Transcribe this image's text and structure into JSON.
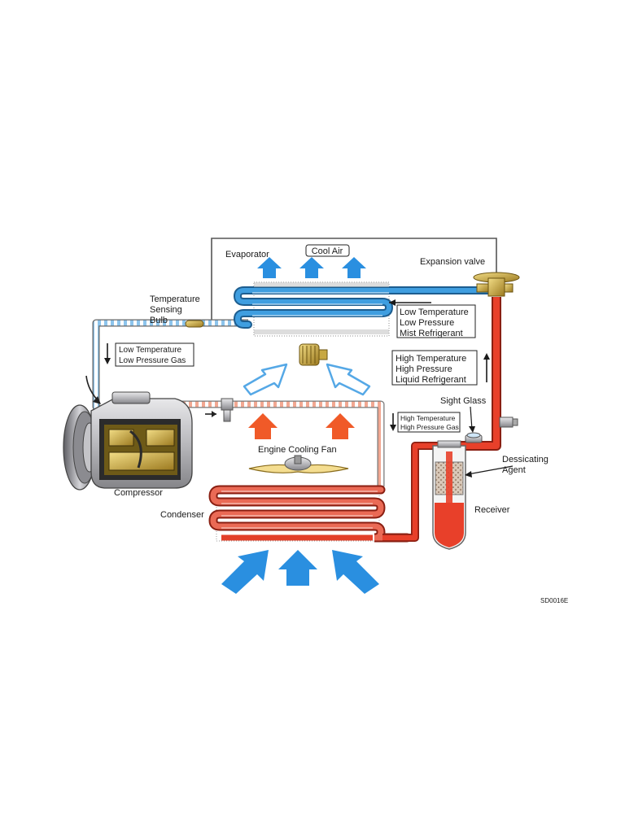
{
  "labels": {
    "evaporator": "Evaporator",
    "cool_air": "Cool Air",
    "expansion_valve": "Expansion valve",
    "temp_bulb": [
      "Temperature",
      "Sensing",
      "Bulb"
    ],
    "low_gas": [
      "Low Temperature",
      "Low Pressure Gas"
    ],
    "low_mist": [
      "Low Temperature",
      "Low Pressure",
      "Mist Refrigerant"
    ],
    "high_liquid": [
      "High Temperature",
      "High Pressure",
      "Liquid Refrigerant"
    ],
    "high_gas": [
      "High Temperature",
      "High Pressure Gas"
    ],
    "sight_glass": "Sight Glass",
    "dessicating_agent": [
      "Dessicating",
      "Agent"
    ],
    "receiver": "Receiver",
    "compressor": "Compressor",
    "engine_cooling_fan": "Engine Cooling Fan",
    "condenser": "Condenser",
    "code": "SD0016E"
  },
  "colors": {
    "low_pressure_line": "#2e8fd6",
    "high_pressure_line": "#e8402a",
    "air_arrow_blue": "#2a8fe0",
    "air_arrow_red": "#f05a28",
    "outline": "#555555"
  }
}
